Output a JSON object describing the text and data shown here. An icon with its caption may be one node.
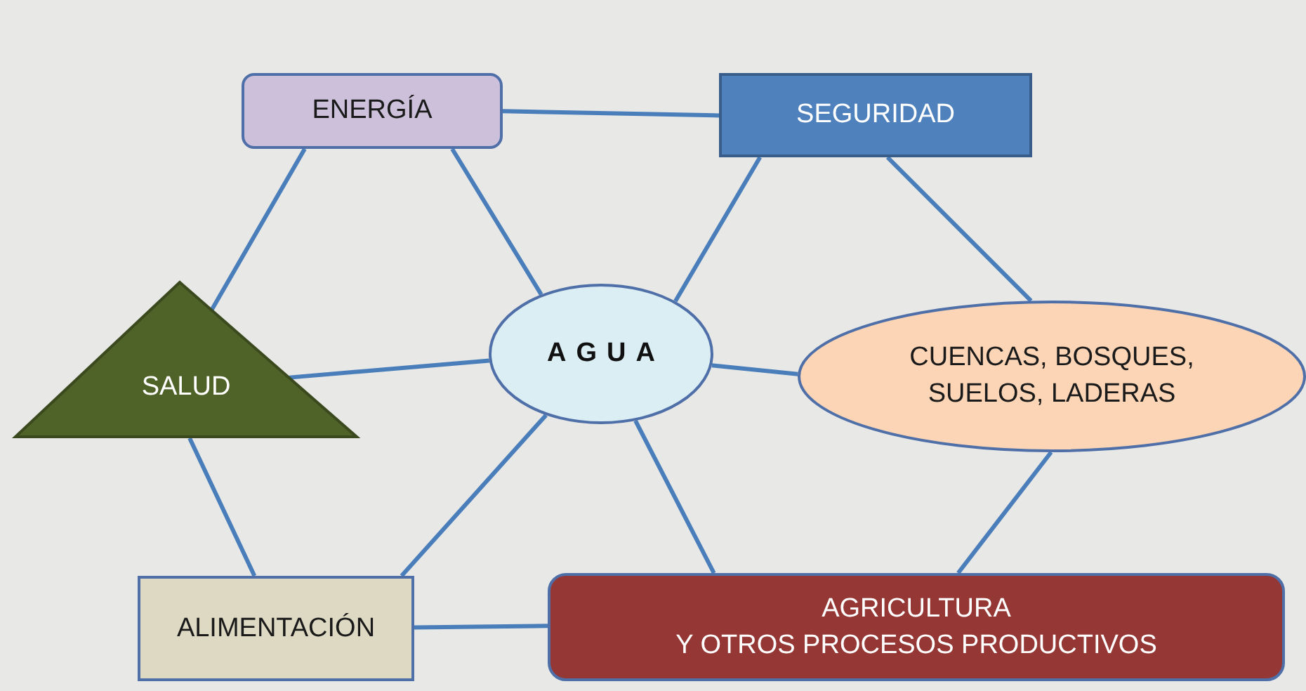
{
  "diagram": {
    "nodes": [
      {
        "text": [
          "ENERGÍA"
        ]
      },
      {
        "text": [
          "SEGURIDAD"
        ]
      },
      {
        "text": [
          "SALUD"
        ]
      },
      {
        "text": [
          "AGUA"
        ]
      },
      {
        "text": [
          "CUENCAS, BOSQUES, SUELOS, LADERAS"
        ]
      },
      {
        "text": [
          "ALIMENTACIÓN"
        ]
      },
      {
        "text": [
          "AGRICULTURA",
          "Y OTROS PROCESOS PRODUCTIVOS"
        ]
      }
    ],
    "edges": [
      {
        "from": 0,
        "to": 1,
        "arrow": "none"
      },
      {
        "from": 0,
        "to": 2,
        "arrow": "none"
      },
      {
        "from": 0,
        "to": 3,
        "arrow": "none"
      },
      {
        "from": 1,
        "to": 3,
        "arrow": "none"
      },
      {
        "from": 1,
        "to": 4,
        "arrow": "none"
      },
      {
        "from": 2,
        "to": 3,
        "arrow": "none"
      },
      {
        "from": 2,
        "to": 5,
        "arrow": "none"
      },
      {
        "from": 3,
        "to": 4,
        "arrow": "none"
      },
      {
        "from": 3,
        "to": 5,
        "arrow": "none"
      },
      {
        "from": 3,
        "to": 6,
        "arrow": "none"
      },
      {
        "from": 4,
        "to": 6,
        "arrow": "none"
      },
      {
        "from": 5,
        "to": 6,
        "arrow": "none"
      }
    ]
  }
}
